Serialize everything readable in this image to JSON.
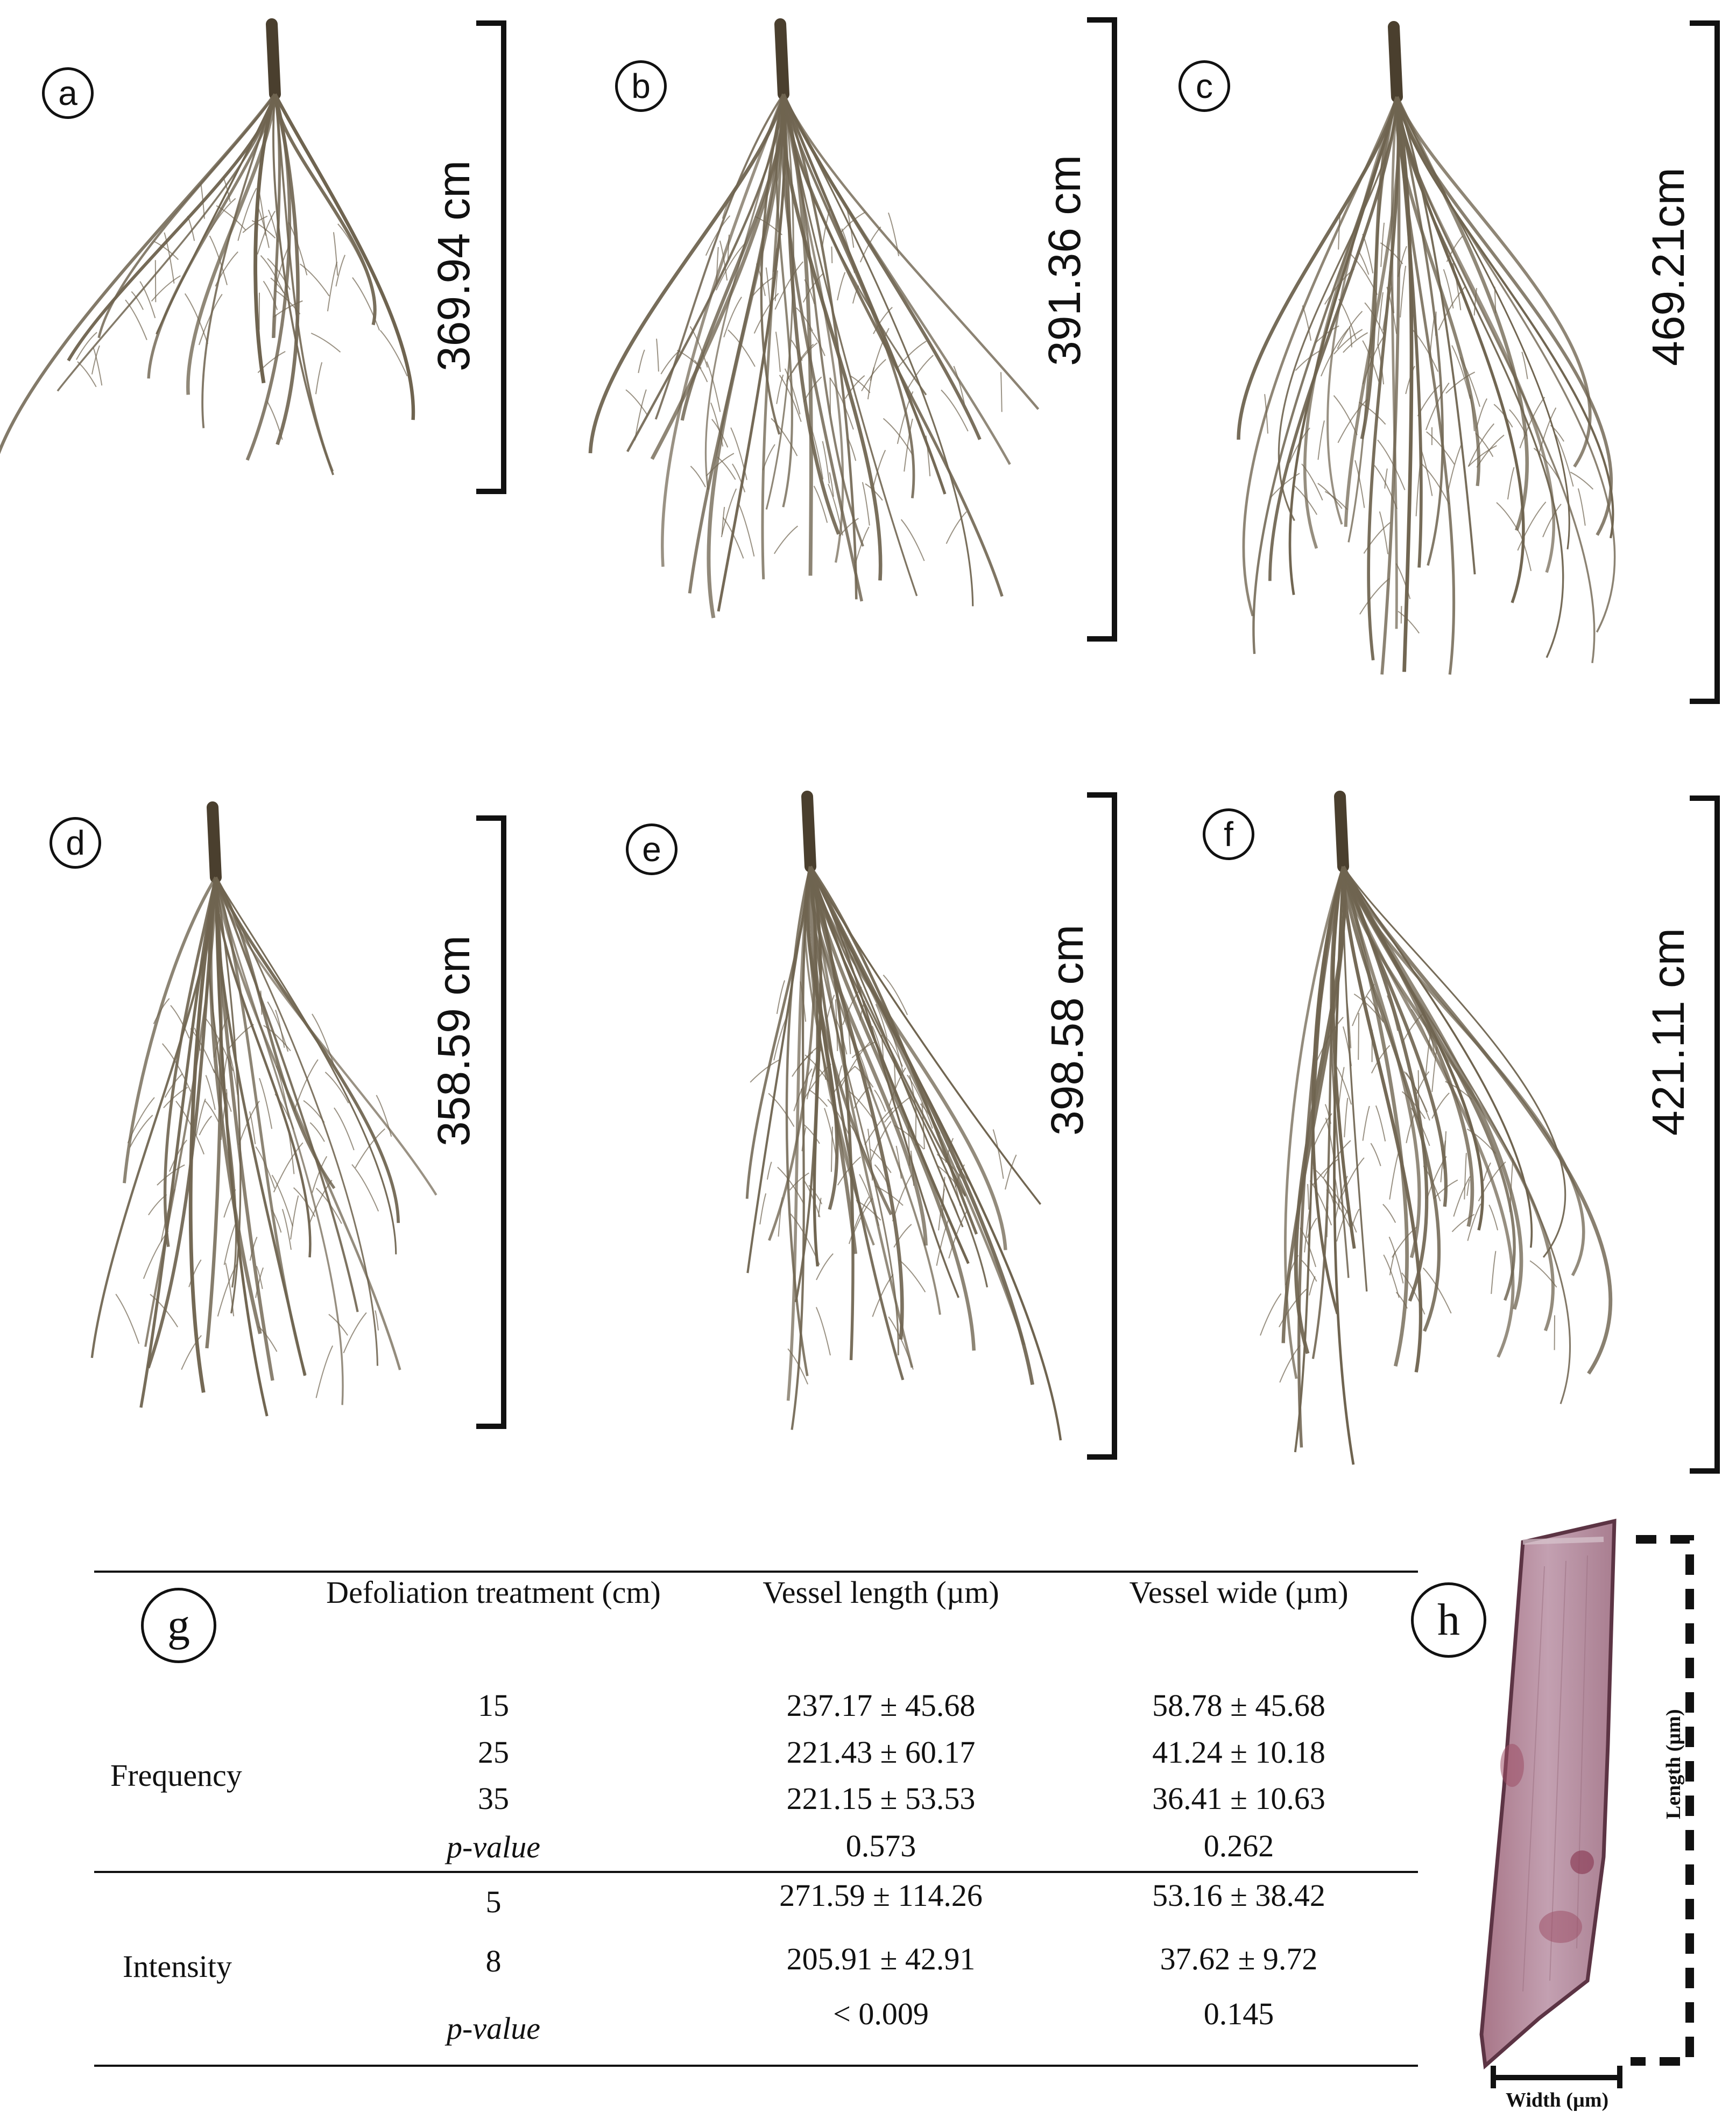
{
  "panels": [
    {
      "id": "a",
      "letter": "a",
      "length_label": "369.94 cm"
    },
    {
      "id": "b",
      "letter": "b",
      "length_label": "391.36 cm"
    },
    {
      "id": "c",
      "letter": "c",
      "length_label": "469.21cm"
    },
    {
      "id": "d",
      "letter": "d",
      "length_label": "358.59 cm"
    },
    {
      "id": "e",
      "letter": "e",
      "length_label": "398.58 cm"
    },
    {
      "id": "f",
      "letter": "f",
      "length_label": "421.11 cm"
    }
  ],
  "table": {
    "letter": "g",
    "headers": [
      "Defoliation treatment (cm)",
      "Vessel length (µm)",
      "Vessel wide (µm)"
    ],
    "groups": [
      {
        "name": "Frequency",
        "rows": [
          {
            "treatment": "15",
            "length": "237.17 ± 45.68",
            "wide": "58.78 ± 45.68"
          },
          {
            "treatment": "25",
            "length": "221.43 ± 60.17",
            "wide": "41.24 ± 10.18"
          },
          {
            "treatment": "35",
            "length": "221.15 ± 53.53",
            "wide": "36.41 ± 10.63"
          },
          {
            "treatment": "p-value",
            "length": "0.573",
            "wide": "0.262"
          }
        ]
      },
      {
        "name": "Intensity",
        "rows": [
          {
            "treatment": "5",
            "length": "271.59 ± 114.26",
            "wide": "53.16 ± 38.42"
          },
          {
            "treatment": "8",
            "length": "205.91 ± 42.91",
            "wide": "37.62 ± 9.72"
          },
          {
            "treatment": "p-value",
            "length": "< 0.009",
            "wide": "0.145"
          }
        ]
      }
    ]
  },
  "fiber": {
    "letter": "h",
    "length_label": "Length (µm)",
    "width_label": "Width (µm)"
  },
  "colors": {
    "root": "#6f6450",
    "root_dark": "#4a3f2e",
    "vessel": "#b88a9c",
    "vessel_edge": "#6b3c4c"
  }
}
